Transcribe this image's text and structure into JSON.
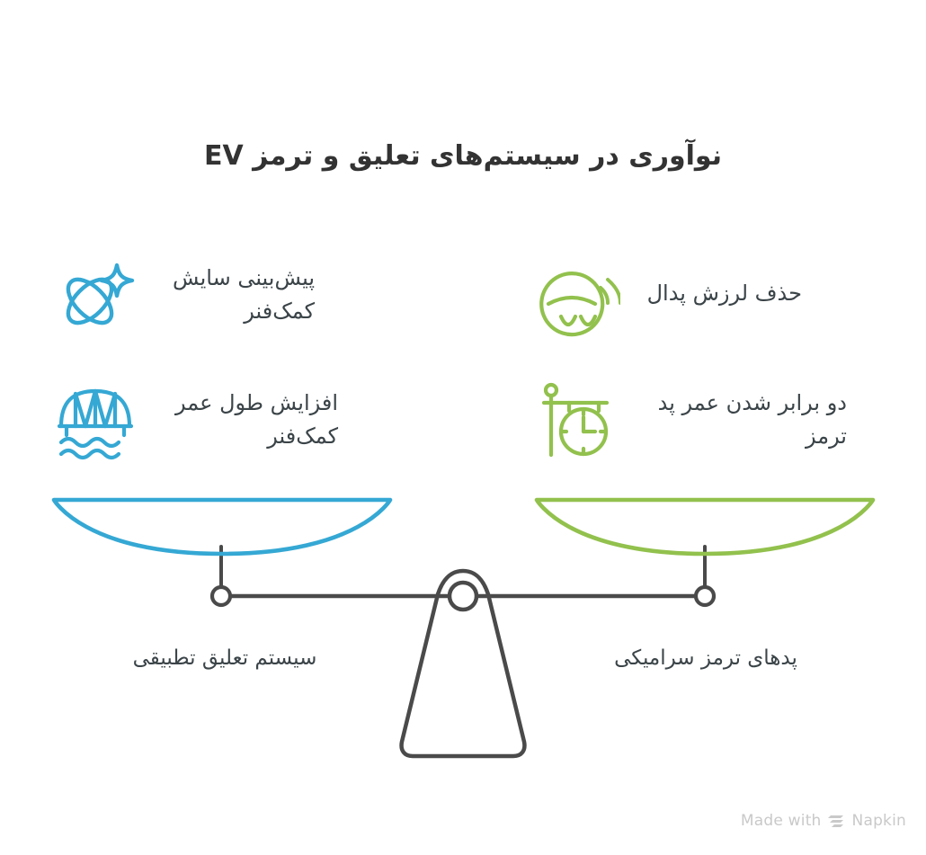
{
  "page": {
    "title": "نوآوری در سیستم‌های تعلیق و ترمز EV",
    "background_color": "#ffffff",
    "text_color": "#3b4448"
  },
  "colors": {
    "left_accent": "#35a8d4",
    "right_accent": "#92c14d",
    "scale_stroke": "#4a4a4a",
    "title": "#333333",
    "watermark": "#c9c9c9"
  },
  "features": {
    "left": [
      {
        "label": "پیش‌بینی سایش کمک‌فنر",
        "icon": "atom-sparkle-icon",
        "color": "#35a8d4"
      },
      {
        "label": "افزایش طول عمر کمک‌فنر",
        "icon": "bridge-over-water-icon",
        "color": "#35a8d4"
      }
    ],
    "right": [
      {
        "label": "حذف لرزش پدال",
        "icon": "steering-wheel-signal-icon",
        "color": "#92c14d"
      },
      {
        "label": "دو برابر شدن عمر پد ترمز",
        "icon": "hanging-clock-sign-icon",
        "color": "#92c14d"
      }
    ]
  },
  "scale": {
    "left_pan_caption": "سیستم تعلیق تطبیقی",
    "right_pan_caption": "پدهای ترمز سرامیکی",
    "left_pan_color": "#35a8d4",
    "right_pan_color": "#92c14d",
    "fulcrum_icon": "balance-fulcrum-icon"
  },
  "watermark": {
    "prefix": "Made with",
    "brand": "Napkin",
    "logo_icon": "napkin-logo-icon"
  }
}
